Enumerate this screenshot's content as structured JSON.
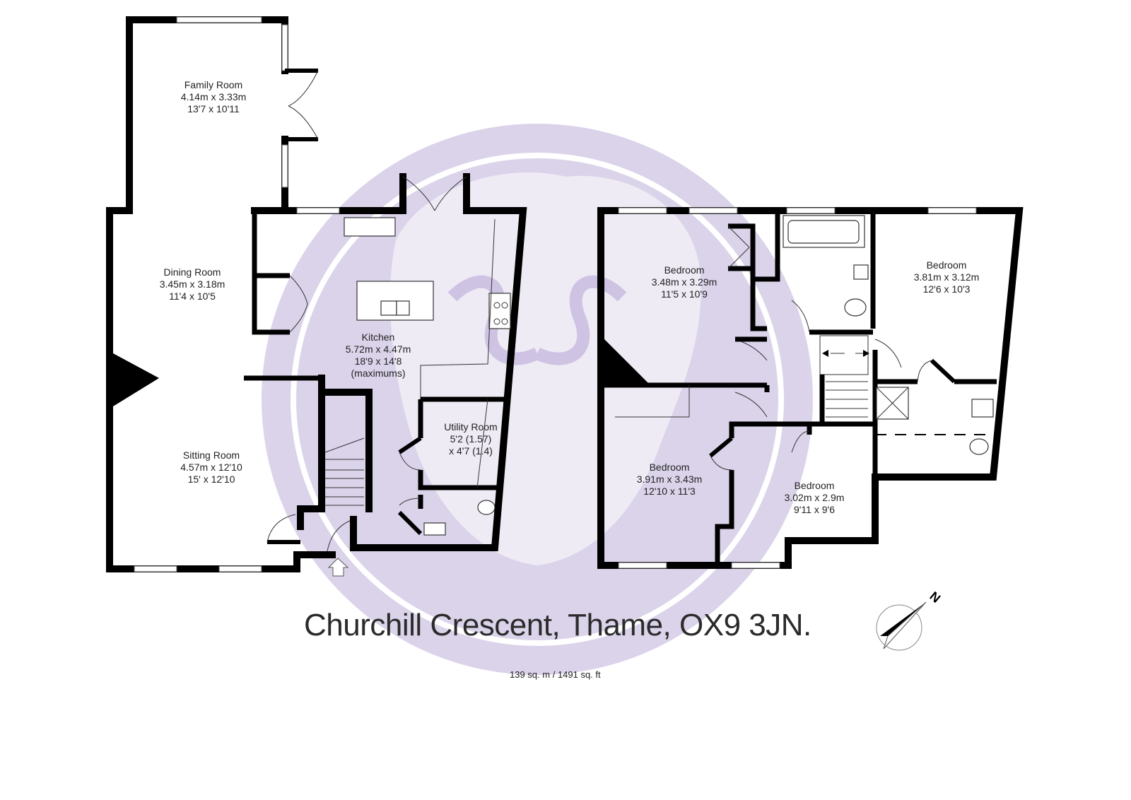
{
  "watermark": {
    "color": "#d8cfe8",
    "logo": "lion-head-circle"
  },
  "ground_floor": {
    "rooms": [
      {
        "name": "Family Room",
        "metric": "4.14m x 3.33m",
        "imperial": "13'7 x 10'11"
      },
      {
        "name": "Dining Room",
        "metric": "3.45m x 3.18m",
        "imperial": "11'4 x 10'5"
      },
      {
        "name": "Kitchen",
        "metric": "5.72m x 4.47m",
        "imperial": "18'9 x 14'8",
        "note": "(maximums)"
      },
      {
        "name": "Utility Room",
        "metric": "5'2 (1.57)",
        "imperial": "x 4'7 (1.4)"
      },
      {
        "name": "Sitting Room",
        "metric": "4.57m x 12'10",
        "imperial": "15' x 12'10"
      }
    ]
  },
  "first_floor": {
    "rooms": [
      {
        "name": "Bedroom",
        "metric": "3.48m x 3.29m",
        "imperial": "11'5 x 10'9"
      },
      {
        "name": "Bedroom",
        "metric": "3.81m x 3.12m",
        "imperial": "12'6 x 10'3"
      },
      {
        "name": "Bedroom",
        "metric": "3.91m x 3.43m",
        "imperial": "12'10 x 11'3"
      },
      {
        "name": "Bedroom",
        "metric": "3.02m x 2.9m",
        "imperial": "9'11 x 9'6"
      }
    ]
  },
  "address": "Churchill Crescent, Thame, OX9 3JN.",
  "area": "139 sq. m  / 1491 sq. ft",
  "compass": {
    "label": "N",
    "icon": "north-arrow-icon"
  },
  "entrance": {
    "icon": "entrance-arrow-icon"
  }
}
